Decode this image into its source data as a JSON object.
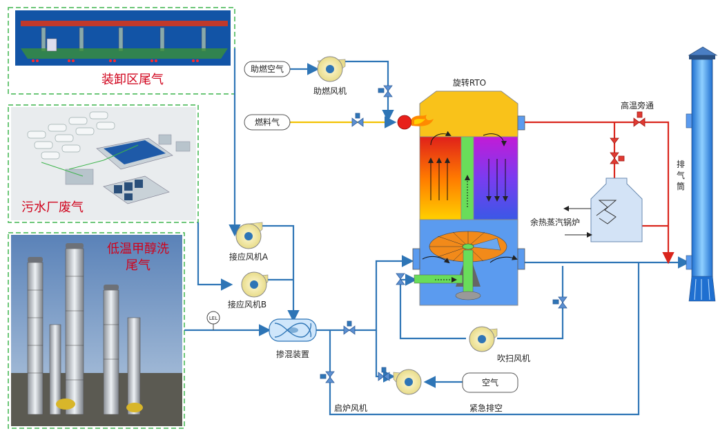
{
  "sources": {
    "loading_area": "装卸区尾气",
    "wastewater": "污水厂废气",
    "methanol_line1": "低温甲醇洗",
    "methanol_line2": "尾气"
  },
  "inputs": {
    "combustion_air": "助燃空气",
    "fuel_gas": "燃料气",
    "air": "空气"
  },
  "equipment": {
    "combustion_fan": "助燃风机",
    "fan_a": "接应风机A",
    "fan_b": "接应风机B",
    "mixer": "掺混装置",
    "rto": "旋转RTO",
    "high_temp_bypass": "高温旁通",
    "boiler": "余热蒸汽锅炉",
    "purge_fan": "吹扫风机",
    "startup_fan": "启炉风机",
    "emergency_vent": "紧急排空",
    "stack": "排气筒",
    "lel": "LEL"
  },
  "colors": {
    "pipe": "#2e75b6",
    "fuel": "#f2c200",
    "hot": "#d9251c",
    "dashed_border": "#3cb44b",
    "accent_red": "#d0021b"
  }
}
